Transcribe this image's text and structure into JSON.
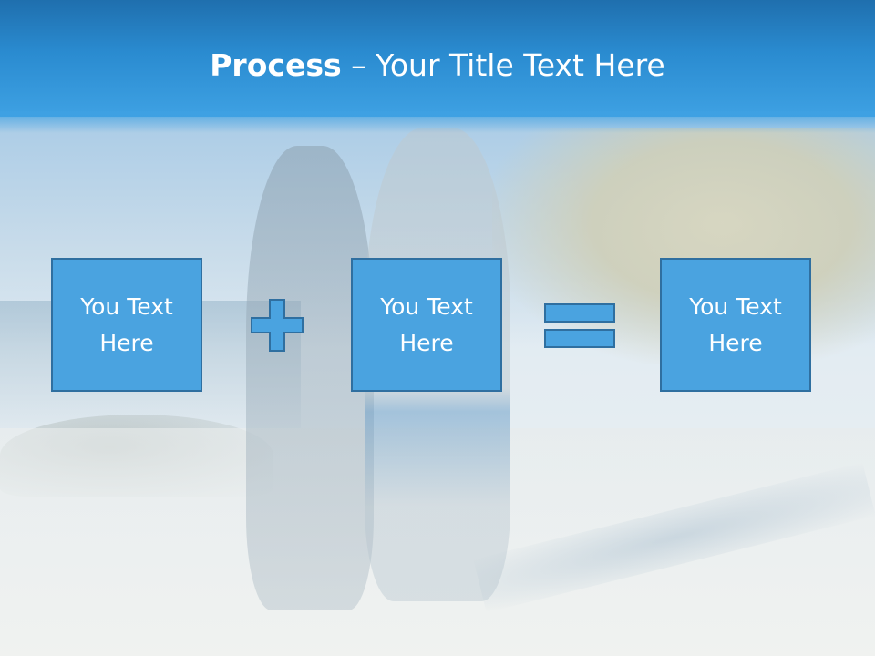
{
  "title": {
    "bold": "Process",
    "rest": " – Your Title Text Here"
  },
  "boxes": [
    {
      "text": "You Text\nHere"
    },
    {
      "text": "You Text\nHere"
    },
    {
      "text": "You Text\nHere"
    }
  ],
  "operators": [
    "plus-icon",
    "equals-icon"
  ],
  "colors": {
    "header": "#2a8bd0",
    "box_fill": "#4aa3e0",
    "box_border": "#2f6fa0",
    "text": "#ffffff"
  },
  "background": {
    "description_icon": "beach-photo"
  }
}
